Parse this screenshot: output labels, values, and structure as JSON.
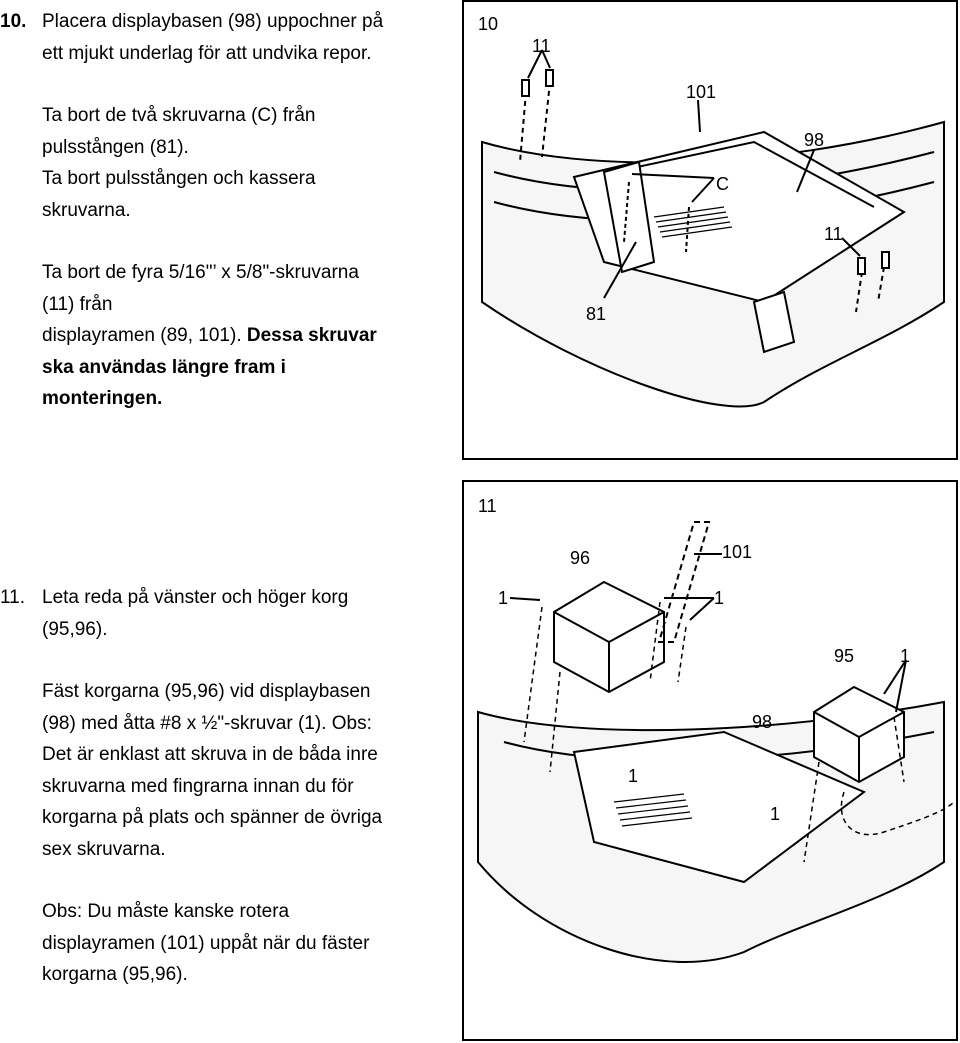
{
  "step10": {
    "number": "10.",
    "line1": "Placera displaybasen (98) uppochner på",
    "line2": "ett mjukt underlag för att undvika repor.",
    "line3": "Ta bort de två skruvarna (C) från",
    "line4": "pulsstången (81).",
    "line5": "Ta bort pulsstången och kassera",
    "line6": "skruvarna.",
    "line7": "Ta bort de fyra 5/16\"’ x 5/8\"-skruvarna",
    "line8": "(11) från",
    "line9a": "displayramen (89, 101). ",
    "line9b": "Dessa skruvar",
    "line10": "ska användas längre fram i",
    "line11": "monteringen."
  },
  "step11": {
    "number": "11.",
    "line1": "Leta reda på vänster och höger korg",
    "line2": "(95,96).",
    "line3": "Fäst korgarna (95,96) vid displaybasen",
    "line4": "(98) med åtta #8 x ½\"-skruvar (1). Obs:",
    "line5": "Det är enklast att skruva in de båda inre",
    "line6": "skruvarna med fingrarna innan du för",
    "line7": "korgarna på plats och spänner de övriga",
    "line8": "sex skruvarna.",
    "line9": "Obs: Du måste kanske rotera",
    "line10": "displayramen (101) uppåt när du fäster",
    "line11": "korgarna (95,96)."
  },
  "figure10": {
    "step_label": "10",
    "callouts": [
      "11",
      "101",
      "98",
      "C",
      "11",
      "81"
    ]
  },
  "figure11": {
    "step_label": "11",
    "callouts": [
      "96",
      "101",
      "1",
      "1",
      "95",
      "1",
      "98",
      "1",
      "1"
    ]
  }
}
